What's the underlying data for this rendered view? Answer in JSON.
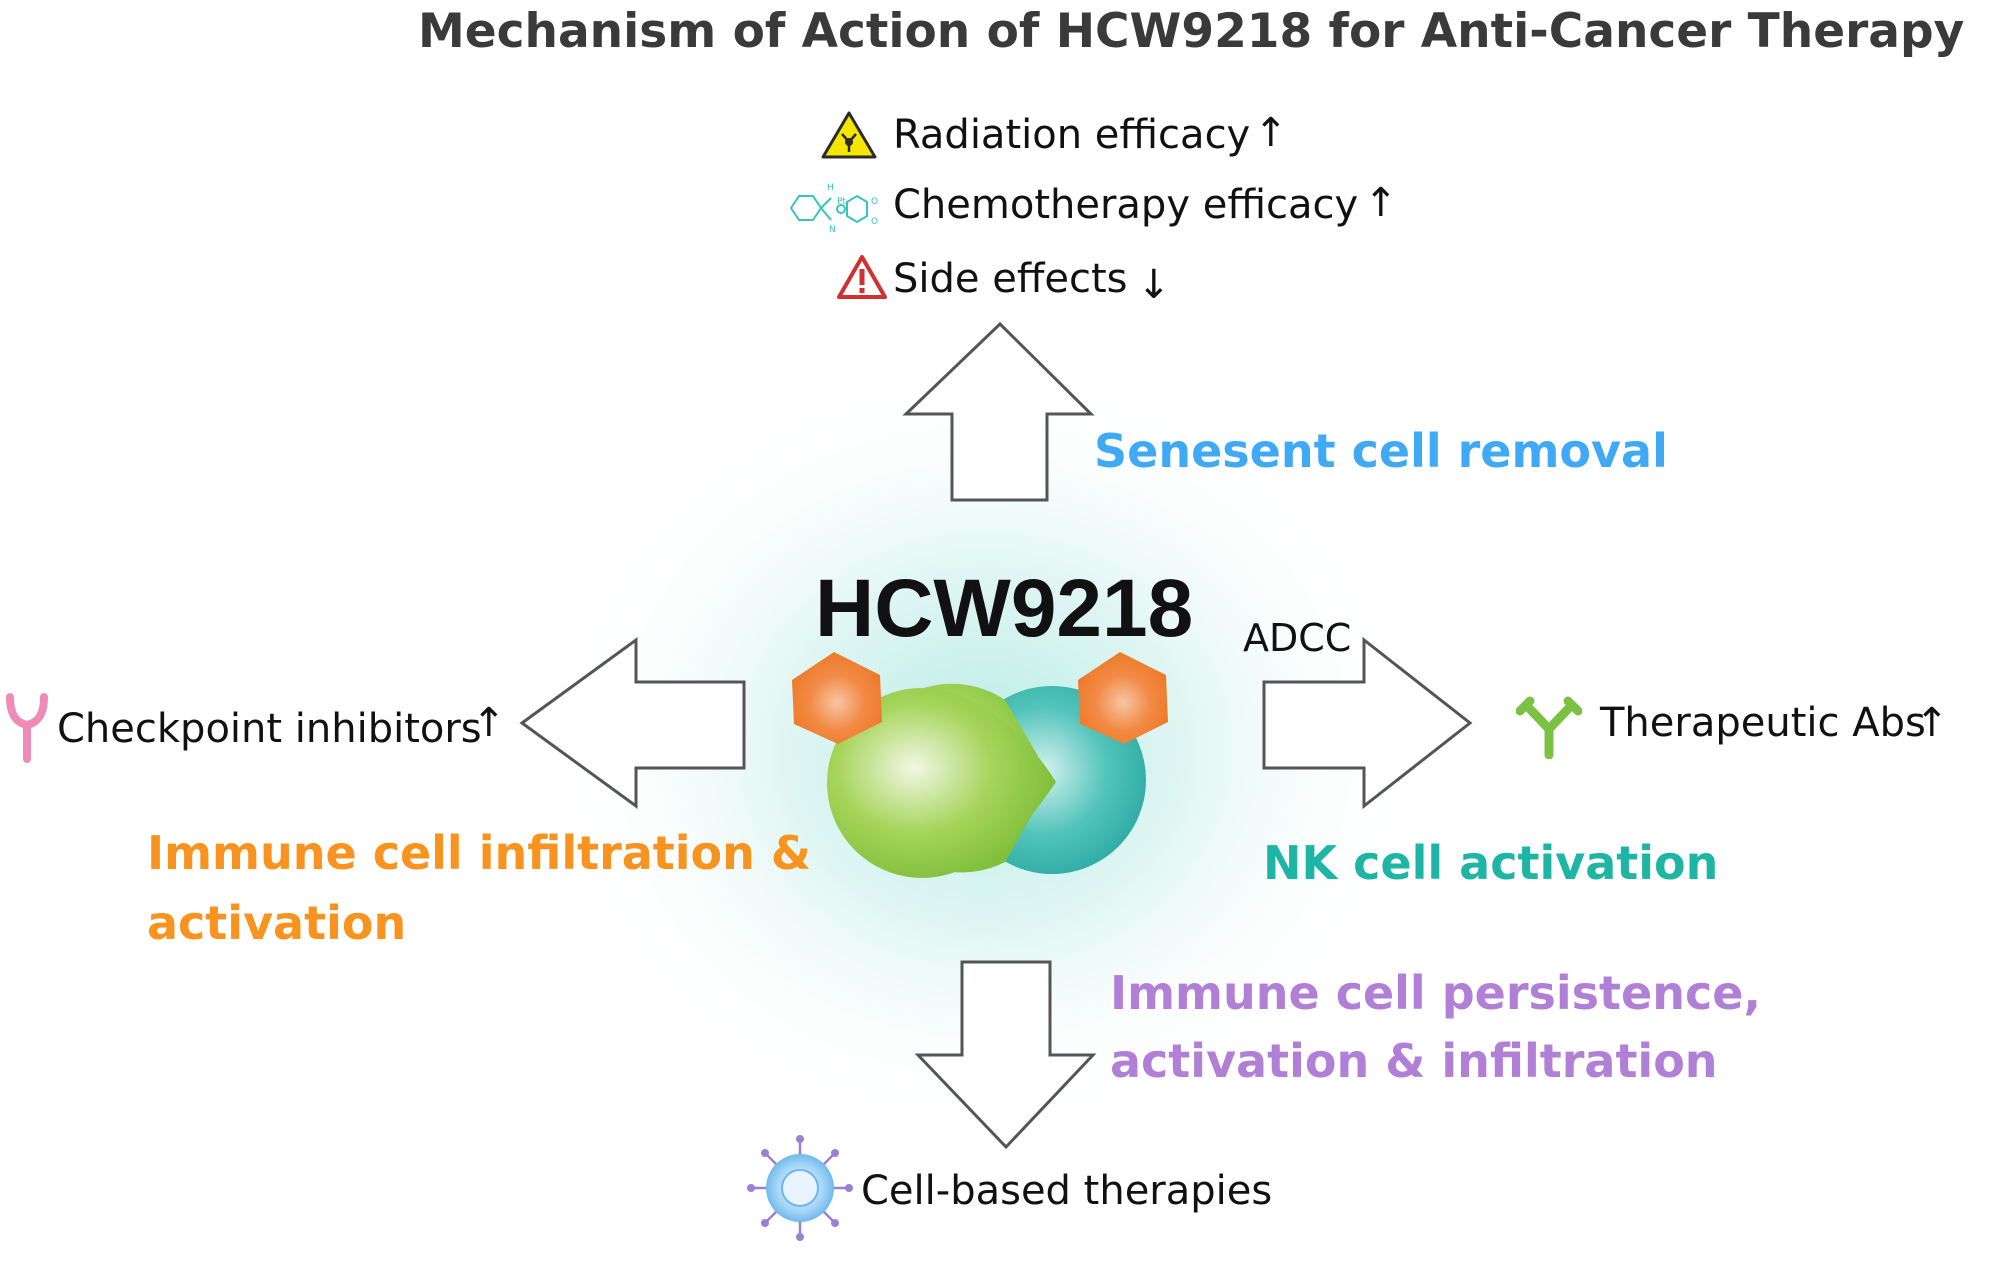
{
  "title": "Mechanism of Action of HCW9218 for Anti-Cancer Therapy",
  "center": {
    "drug_name": "HCW9218"
  },
  "top": {
    "effects": [
      {
        "icon": "radiation-warning-icon",
        "text": "Radiation efficacy",
        "trend": "↑"
      },
      {
        "icon": "chemical-structure-icon",
        "text": "Chemotherapy efficacy",
        "trend": "↑"
      },
      {
        "icon": "warning-icon",
        "text": "Side effects",
        "trend": "↓"
      }
    ],
    "mechanism": "Senesent cell removal"
  },
  "left": {
    "icon": "receptor-icon",
    "target": "Checkpoint inhibitors",
    "trend": "↑",
    "mechanism_line1": "Immune cell infiltration &",
    "mechanism_line2": "activation"
  },
  "right": {
    "arrow_label": "ADCC",
    "icon": "antibody-icon",
    "target": "Therapeutic Abs",
    "trend": "↑",
    "mechanism": "NK cell activation"
  },
  "bottom": {
    "icon": "immune-cell-icon",
    "target": "Cell-based therapies",
    "mechanism_line1": "Immune cell persistence,",
    "mechanism_line2": "activation & infiltration"
  },
  "colors": {
    "title": "#3a3a3a",
    "senescent": "#3fa9f5",
    "immune_left": "#f7931e",
    "nk": "#1fb5a5",
    "persistence": "#b17fd6",
    "green_sphere": "#8cc63f",
    "teal_sphere": "#2bb3ad",
    "orange_pentagon": "#f07f2f",
    "arrow_outline": "#555555"
  }
}
